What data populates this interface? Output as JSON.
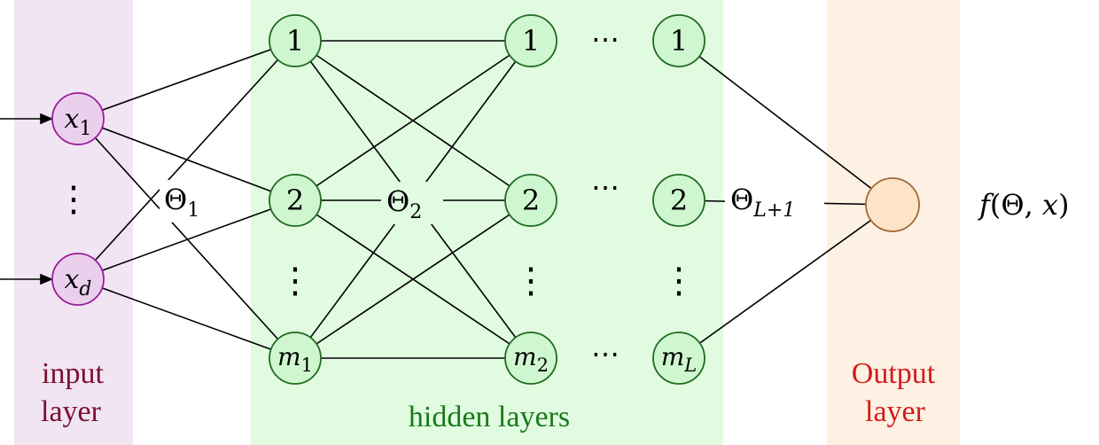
{
  "colors": {
    "input_band": "#f1e4f3",
    "hidden_band": "#e1fbe1",
    "output_band": "#fdf1e3",
    "input_node_fill": "#ebd0ee",
    "input_node_stroke": "#9b1b9b",
    "hidden_node_fill": "#cff7cf",
    "hidden_node_stroke": "#1f6b1f",
    "output_node_fill": "#fde3c8",
    "output_node_stroke": "#a06a3a",
    "input_label_color": "#7a1030",
    "hidden_label_color": "#1a7a1a",
    "output_label_color": "#d61b1b"
  },
  "bands": {
    "input": {
      "line1": "input",
      "line2": "layer"
    },
    "hidden": {
      "label": "hidden layers"
    },
    "output": {
      "line1": "Output",
      "line2": "layer"
    }
  },
  "input_nodes": {
    "x1": {
      "base": "x",
      "sub": "1"
    },
    "xd": {
      "base": "x",
      "sub": "d"
    }
  },
  "hidden_nodes": {
    "col1": {
      "top": "1",
      "mid": "2",
      "bot_base": "m",
      "bot_sub": "1"
    },
    "col2": {
      "top": "1",
      "mid": "2",
      "bot_base": "m",
      "bot_sub": "2"
    },
    "colL": {
      "top": "1",
      "mid": "2",
      "bot_base": "m",
      "bot_sub": "L"
    }
  },
  "weights": {
    "theta1": {
      "base": "Θ",
      "sub": "1"
    },
    "theta2": {
      "base": "Θ",
      "sub": "2"
    },
    "thetaL1": {
      "base": "Θ",
      "sub": "L+1"
    }
  },
  "output": {
    "func": "f",
    "open": "(",
    "theta": "Θ",
    "comma": ", ",
    "x": "x",
    "close": ")"
  },
  "ellipsis": {
    "horizontal": "⋯",
    "vertical": "⋮"
  }
}
